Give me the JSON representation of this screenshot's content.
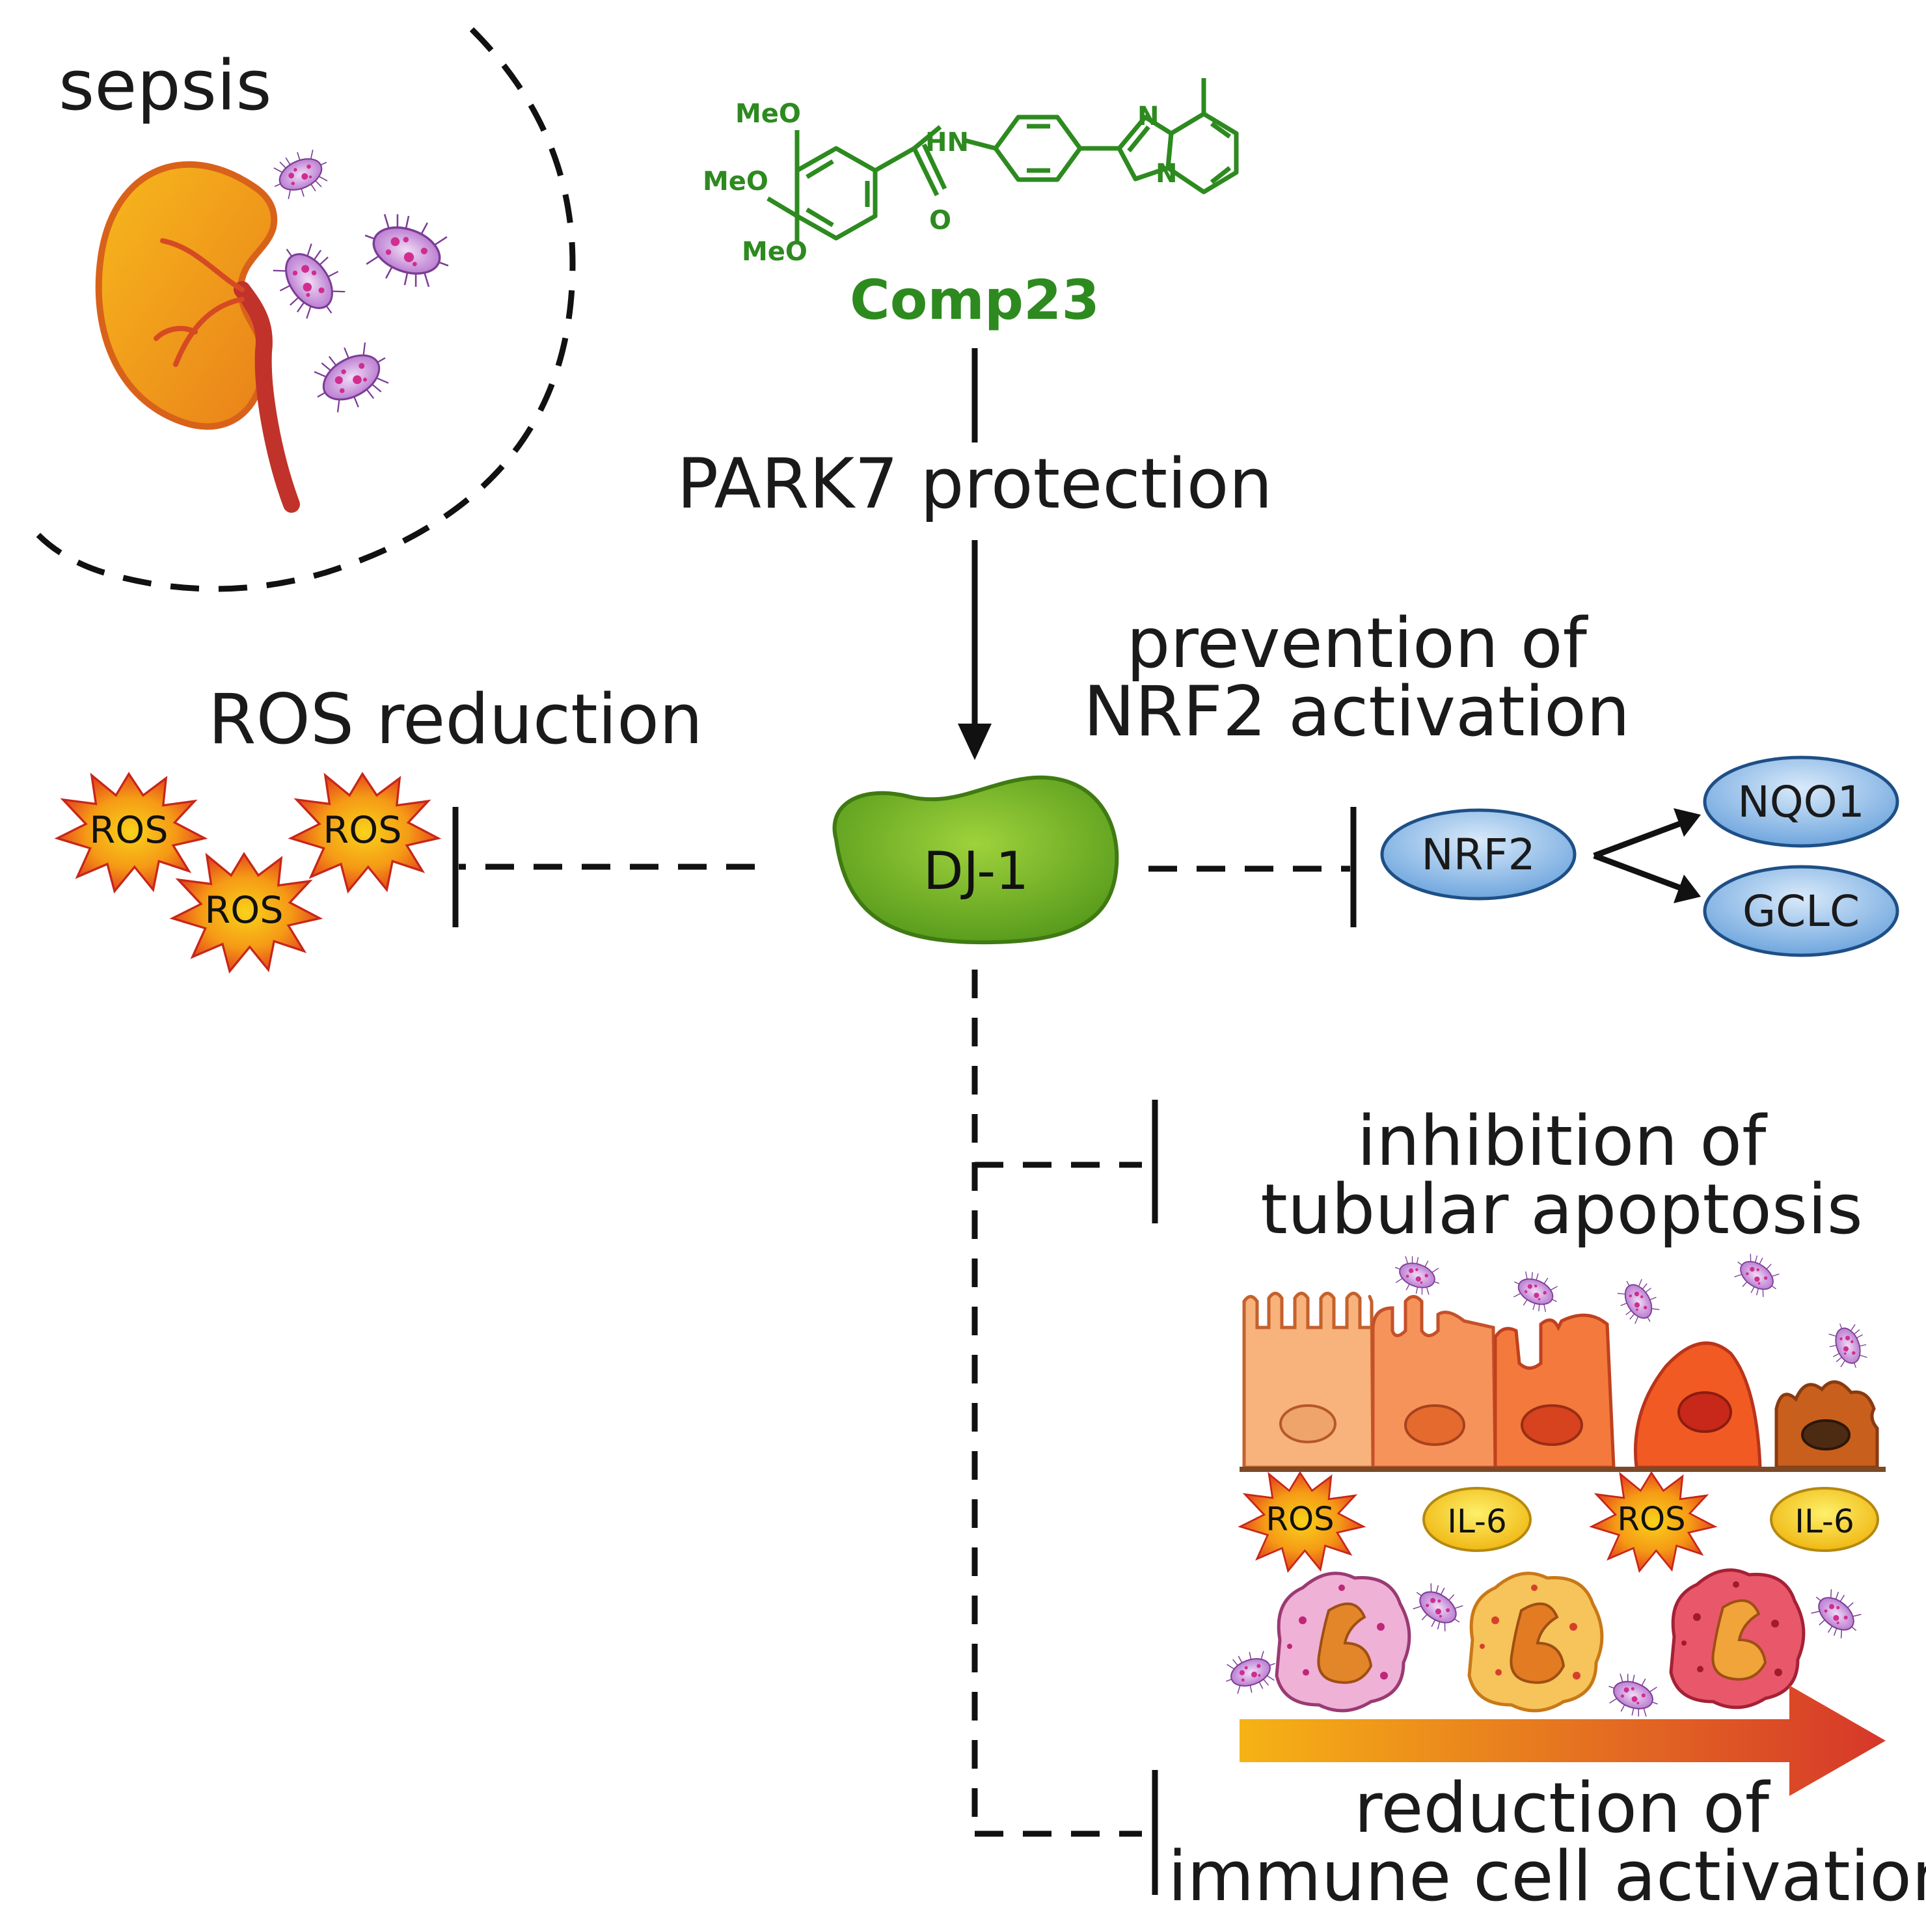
{
  "sepsis": {
    "label": "sepsis"
  },
  "compound": {
    "name": "Comp23",
    "atom_labels": {
      "meo": "MeO",
      "nh": "HN",
      "o": "O",
      "n": "N"
    }
  },
  "edges": {
    "park7": "PARK7 protection"
  },
  "center_node": {
    "label": "DJ-1"
  },
  "ros_branch": {
    "title": "ROS reduction",
    "ros_label": "ROS"
  },
  "nrf2_branch": {
    "title_line1": "prevention of",
    "title_line2": "NRF2 activation",
    "nrf2": "NRF2",
    "targets": [
      "NQO1",
      "GCLC"
    ]
  },
  "apoptosis_branch": {
    "title_line1": "inhibition of",
    "title_line2": "tubular apoptosis",
    "markers": [
      "ROS",
      "IL-6",
      "ROS",
      "IL-6"
    ]
  },
  "immune_branch": {
    "title_line1": "reduction of",
    "title_line2": "immune cell activation"
  },
  "colors": {
    "compound_green": "#2d8a1f",
    "dj1_green": "#7cbd2c",
    "node_blue": "#7fb4e4",
    "ros_red": "#e83a1d",
    "ros_yellow": "#f6c416",
    "il6_yellow": "#f3d21a",
    "bacteria_purple": "#b06ac9",
    "kidney_orange": "#f39a17"
  }
}
